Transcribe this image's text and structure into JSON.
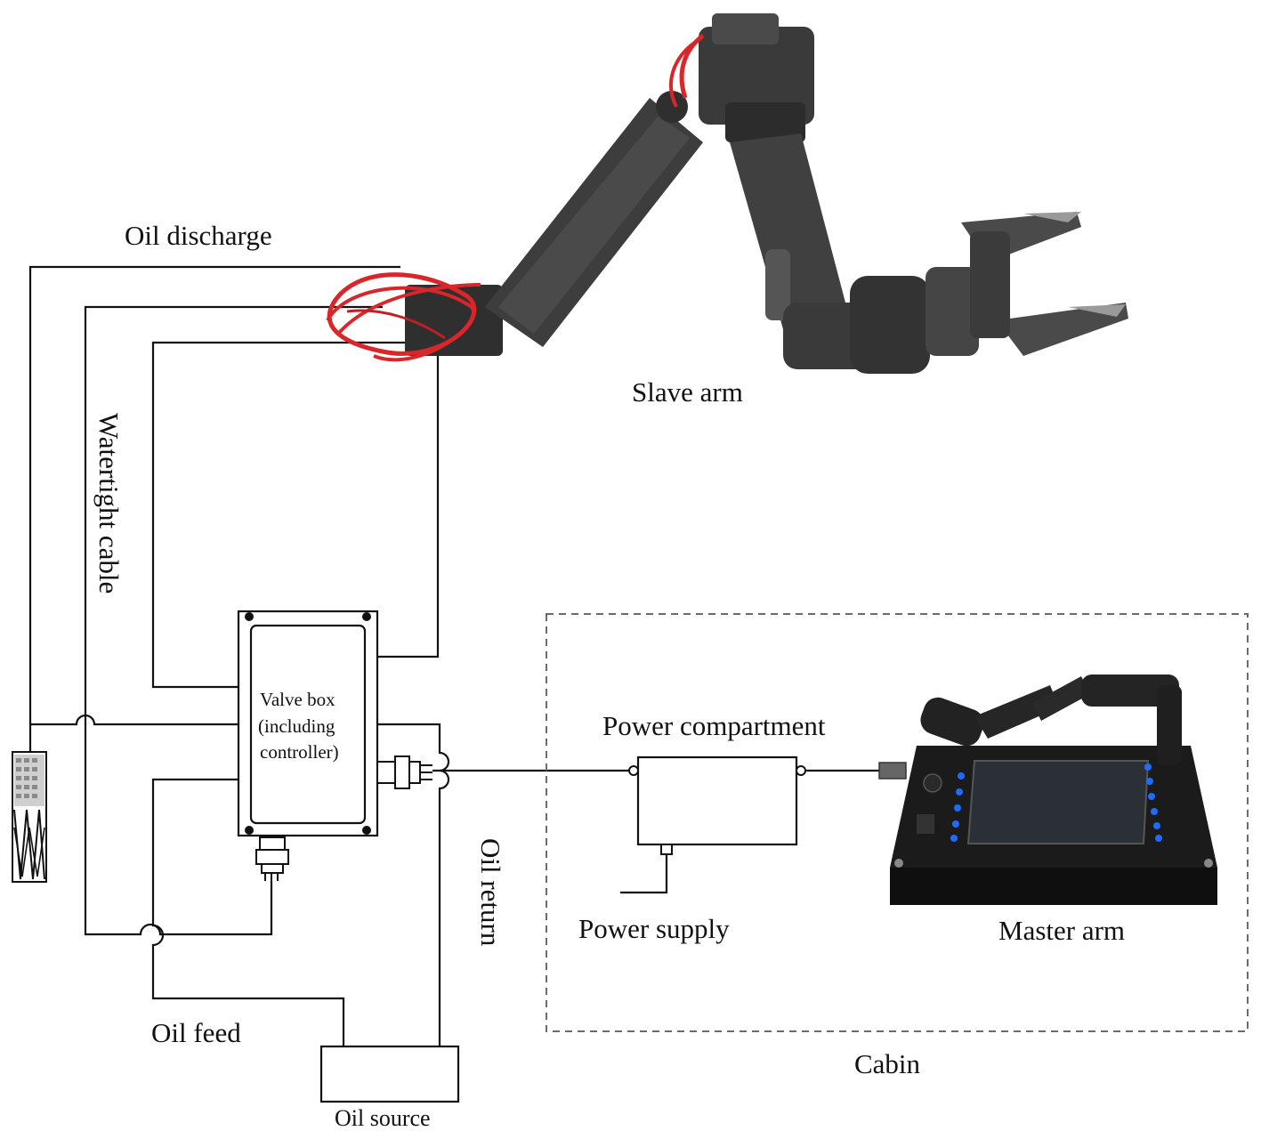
{
  "labels": {
    "oil_discharge": "Oil discharge",
    "slave_arm": "Slave arm",
    "watertight_cable": "Watertight cable",
    "valve_box_line1": "Valve box",
    "valve_box_line2": "(including",
    "valve_box_line3": "controller)",
    "oil_return": "Oil return",
    "power_compartment": "Power compartment",
    "power_supply": "Power supply",
    "master_arm": "Master arm",
    "oil_feed": "Oil feed",
    "cabin": "Cabin",
    "oil_source": "Oil source"
  },
  "colors": {
    "line": "#111111",
    "arm_body": "#3d3d3d",
    "arm_dark": "#262626",
    "hose_red": "#d8262a",
    "console": "#161616",
    "screen": "#2b2f36",
    "led_blue": "#1f6bff",
    "cabin_border": "#6b6b6b"
  }
}
